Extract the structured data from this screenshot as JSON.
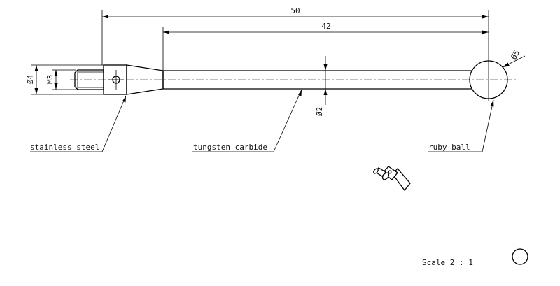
{
  "dimensions": {
    "overall_length": "50",
    "shaft_length": "42",
    "ball_diameter": "Ø5",
    "body_diameter": "Ø4",
    "thread": "M3",
    "shaft_diameter": "Ø2"
  },
  "labels": {
    "stainless_steel": "stainless steel",
    "tungsten_carbide": "tungsten carbide",
    "ruby_ball": "ruby ball"
  },
  "scale": "Scale 2 : 1"
}
